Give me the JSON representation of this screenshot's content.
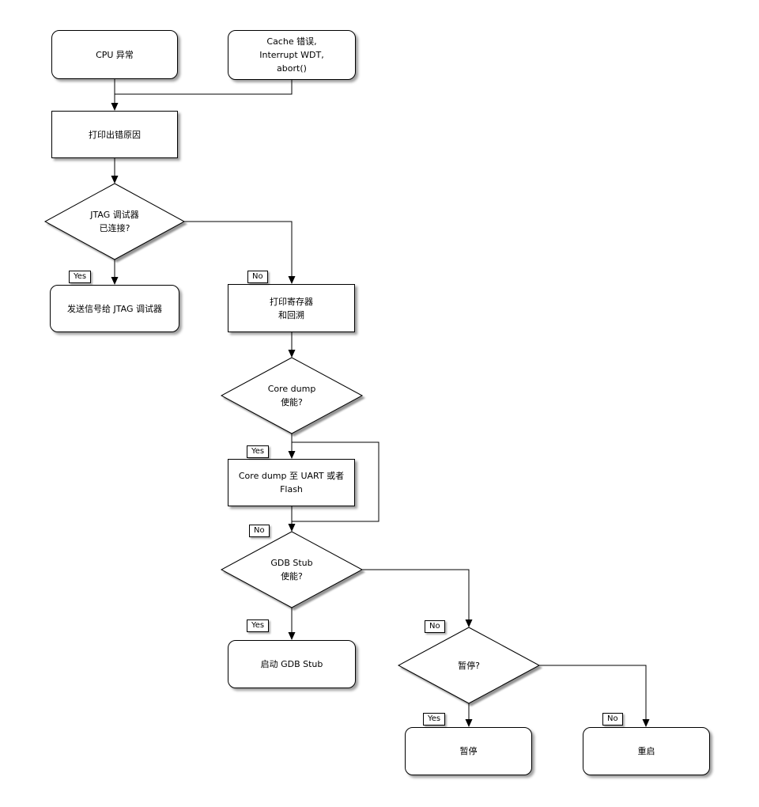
{
  "diagram": {
    "type": "flowchart",
    "background_color": "#ffffff",
    "line_color": "#000000",
    "shape_fill": "#ffffff",
    "nodes": {
      "cpu_exception": {
        "type": "terminator",
        "label": "CPU 异常"
      },
      "cache_error": {
        "type": "terminator",
        "label": "Cache 错误,\nInterrupt WDT,\nabort()"
      },
      "print_error_cause": {
        "type": "process",
        "label": "打印出错原因"
      },
      "jtag_connected": {
        "type": "decision",
        "label": "JTAG 调试器\n已连接?"
      },
      "send_signal_jtag": {
        "type": "terminator",
        "label": "发送信号给 JTAG 调试器"
      },
      "print_registers_backtrace": {
        "type": "process",
        "label": "打印寄存器\n和回溯"
      },
      "core_dump_enabled": {
        "type": "decision",
        "label": "Core dump\n使能?"
      },
      "core_dump_to_uart_flash": {
        "type": "process",
        "label": "Core dump 至 UART 或者 Flash"
      },
      "gdb_stub_enabled": {
        "type": "decision",
        "label": "GDB Stub\n使能?"
      },
      "start_gdb_stub": {
        "type": "terminator",
        "label": "启动 GDB Stub"
      },
      "halt_question": {
        "type": "decision",
        "label": "暂停?"
      },
      "halt": {
        "type": "terminator",
        "label": "暂停"
      },
      "reboot": {
        "type": "terminator",
        "label": "重启"
      }
    },
    "edge_labels": {
      "jtag_yes": "Yes",
      "jtag_no": "No",
      "core_dump_yes": "Yes",
      "core_dump_no": "No",
      "gdb_stub_yes": "Yes",
      "gdb_stub_no": "No",
      "halt_yes": "Yes",
      "halt_no": "No"
    }
  }
}
